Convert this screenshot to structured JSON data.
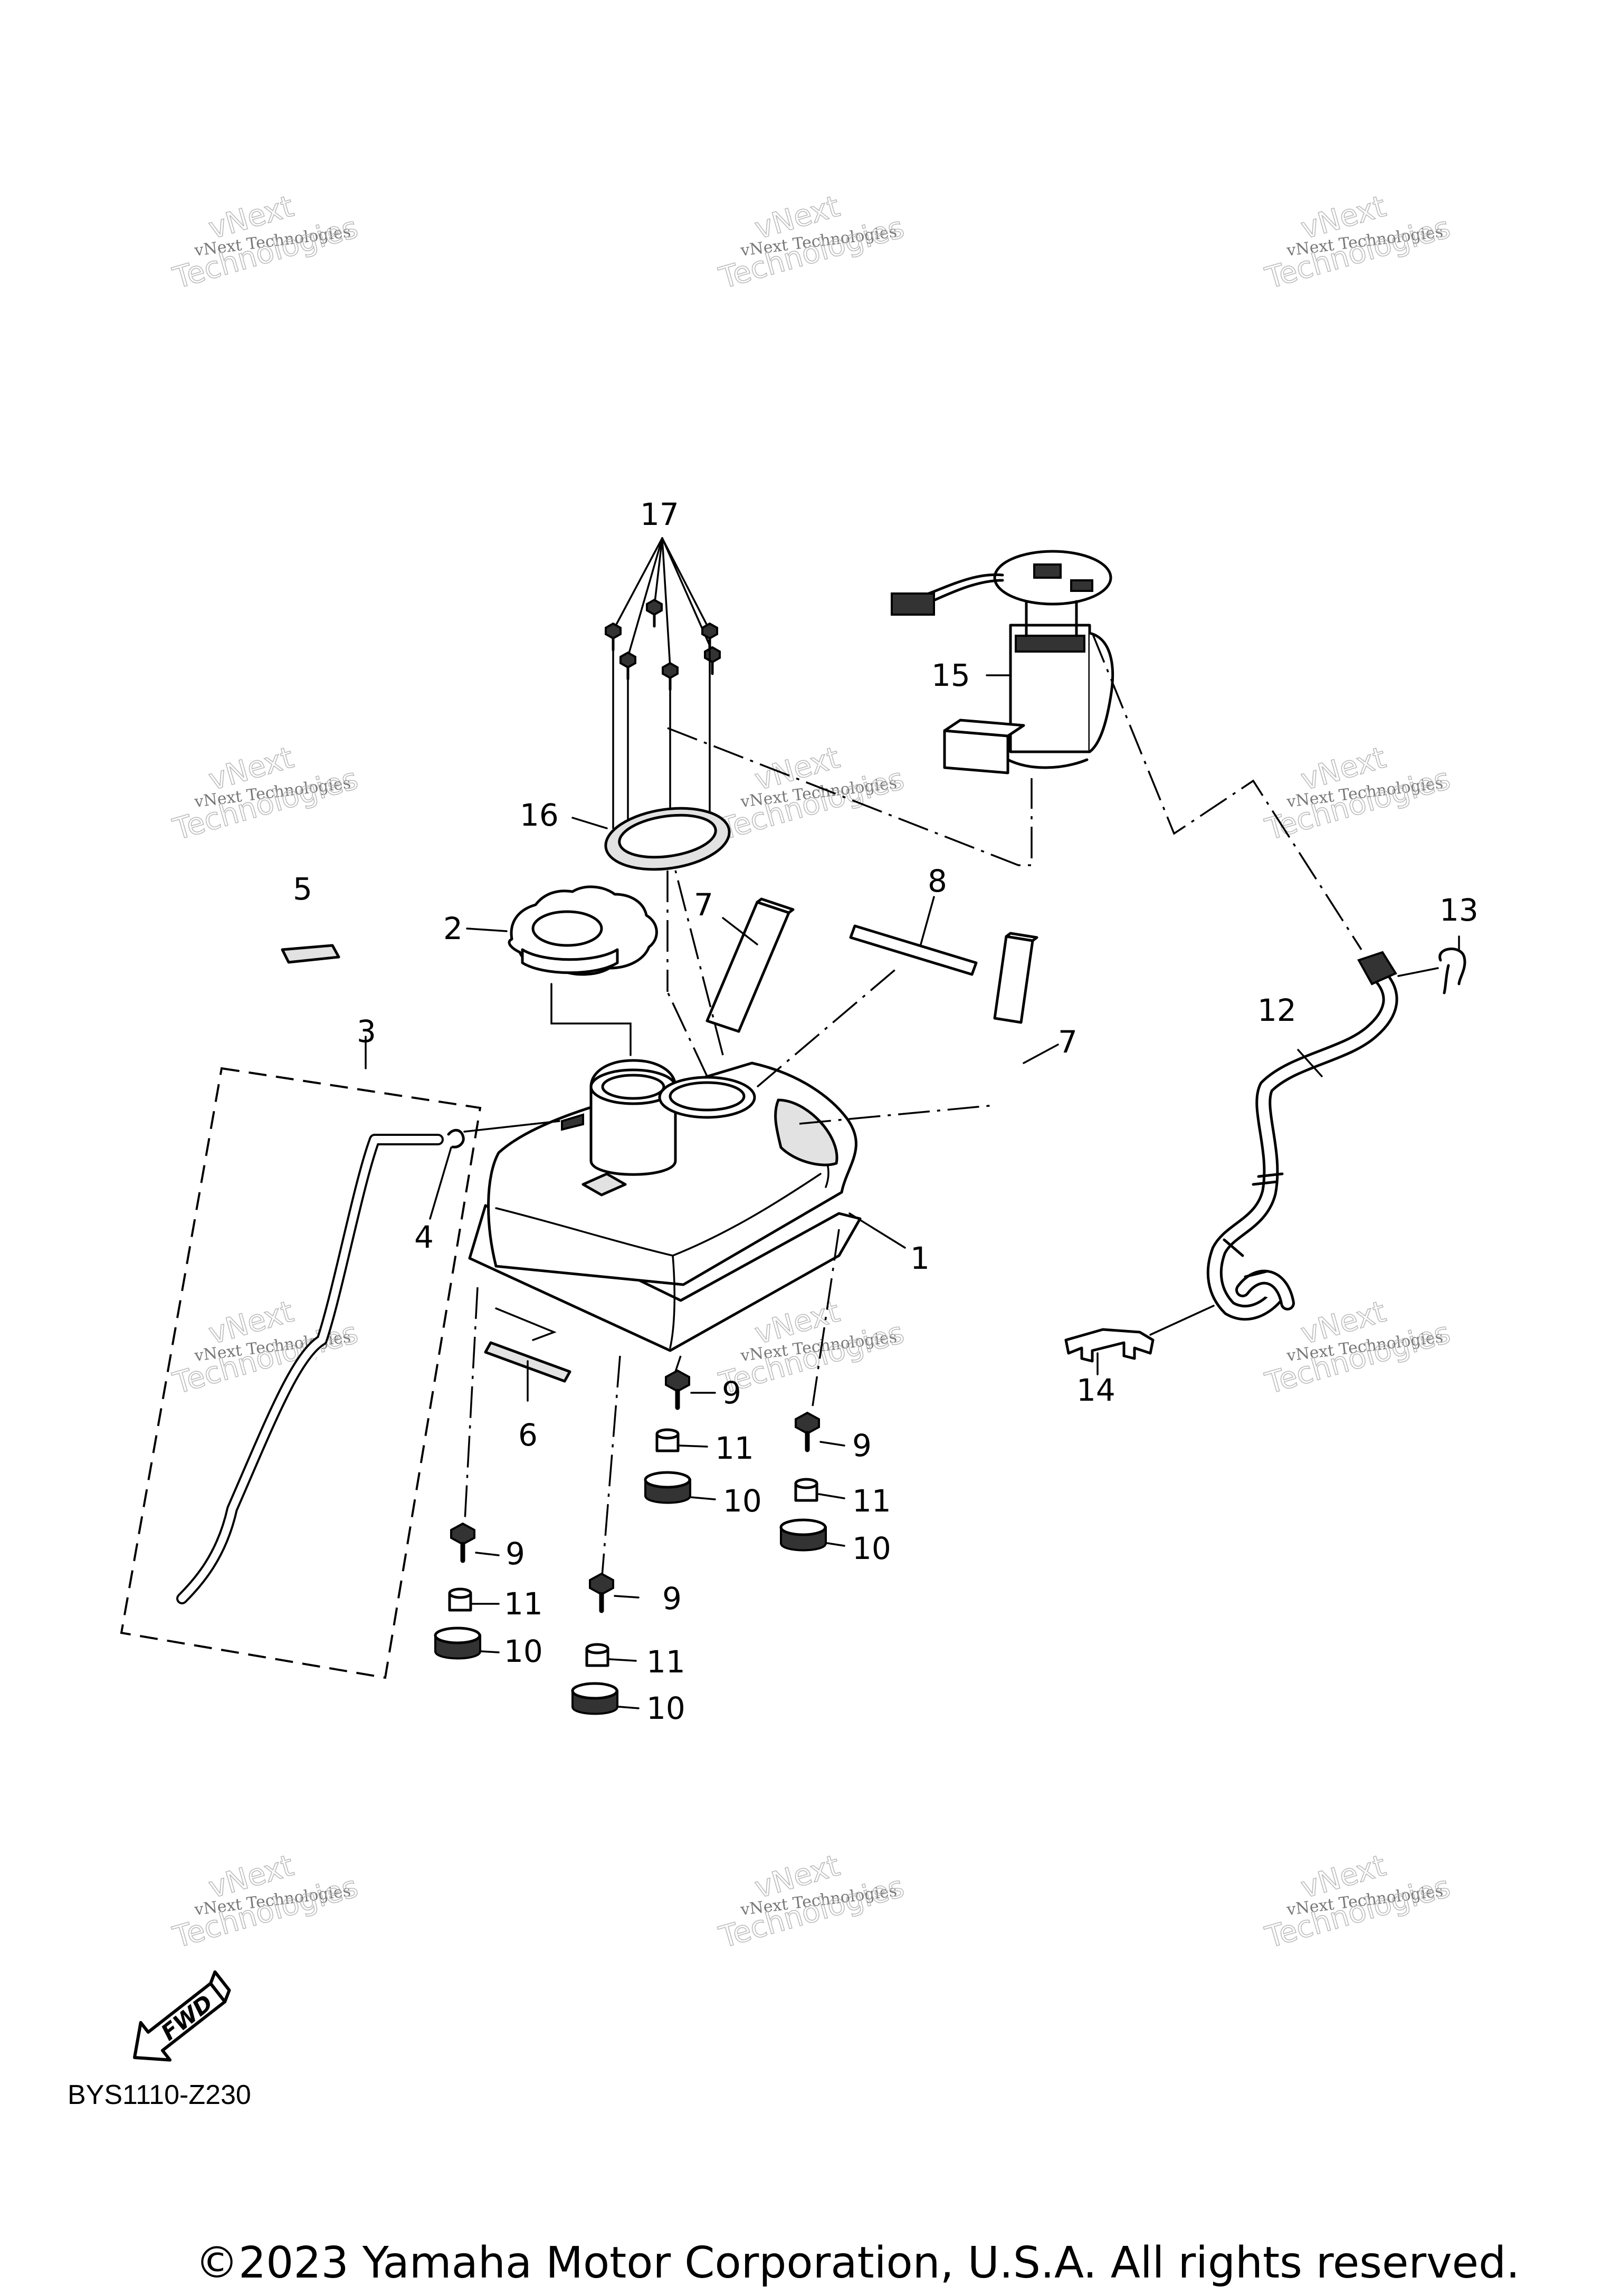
{
  "watermark": {
    "line1": "vNext Technologies",
    "line2": "vNext",
    "line3": "Technologies"
  },
  "callouts": {
    "c1": "1",
    "c2": "2",
    "c3": "3",
    "c4": "4",
    "c5": "5",
    "c6": "6",
    "c7a": "7",
    "c7b": "7",
    "c8": "8",
    "c9a": "9",
    "c9b": "9",
    "c9c": "9",
    "c9d": "9",
    "c10a": "10",
    "c10b": "10",
    "c10c": "10",
    "c10d": "10",
    "c11a": "11",
    "c11b": "11",
    "c11c": "11",
    "c11d": "11",
    "c12": "12",
    "c13": "13",
    "c14": "14",
    "c15": "15",
    "c16": "16",
    "c17": "17"
  },
  "fwd_label": "FWD",
  "diagram_code": "BYS1110-Z230",
  "copyright": "©2023 Yamaha Motor Corporation, U.S.A. All rights reserved."
}
